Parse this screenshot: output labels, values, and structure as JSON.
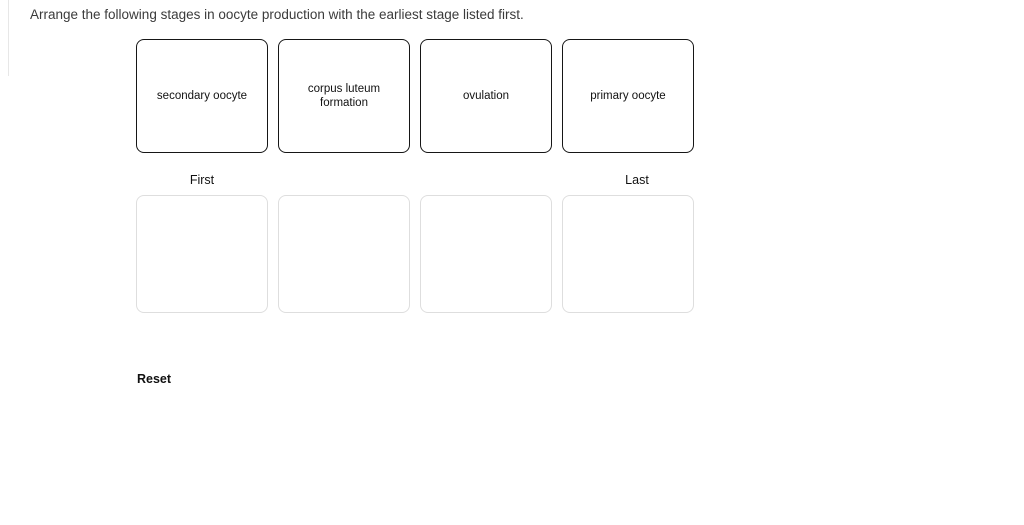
{
  "question": {
    "text": "Arrange the following stages in oocyte production with the earliest stage listed first."
  },
  "cards": [
    {
      "label": "secondary oocyte"
    },
    {
      "label": "corpus luteum formation"
    },
    {
      "label": "ovulation"
    },
    {
      "label": "primary oocyte"
    }
  ],
  "order_labels": {
    "first": "First",
    "last": "Last"
  },
  "drop_zones": {
    "count": 4,
    "values": [
      "",
      "",
      "",
      ""
    ]
  },
  "controls": {
    "reset_label": "Reset"
  },
  "colors": {
    "background": "#ffffff",
    "card_border": "#161616",
    "dropzone_border": "#dedede",
    "question_text": "#3b3b3b",
    "label_text": "#111111"
  }
}
